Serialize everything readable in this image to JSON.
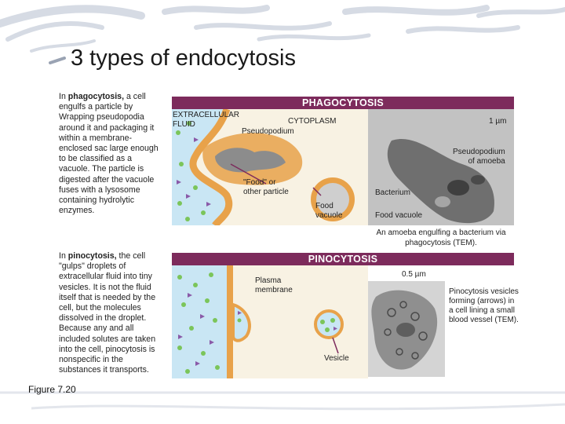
{
  "slide": {
    "title": "3 types of endocytosis",
    "figure_label": "Figure 7.20"
  },
  "phagocytosis": {
    "text_intro": "In ",
    "text_term": "phagocytosis,",
    "text_body": " a cell engulfs a particle by Wrapping pseudopodia around it and packaging it within a membrane-enclosed sac large enough to be classified as a vacuole. The particle is digested after the vacuole fuses with a lysosome containing hydrolytic enzymes.",
    "banner": "PHAGOCYTOSIS",
    "labels": {
      "extracellular": "EXTRACELLULAR\nFLUID",
      "cytoplasm": "CYTOPLASM",
      "pseudopodium": "Pseudopodium",
      "food_particle": "\"Food\" or\nother particle",
      "food_vacuole": "Food\nvacuole",
      "scale": "1 µm",
      "pseudopodium_amoeba": "Pseudopodium\nof amoeba",
      "bacterium": "Bacterium",
      "food_vacuole_micro": "Food vacuole"
    },
    "caption": "An amoeba engulfing a bacterium via\nphagocytosis (TEM)."
  },
  "pinocytosis": {
    "text_intro": "In ",
    "text_term": "pinocytosis,",
    "text_body": " the cell \"gulps\" droplets of extracellular fluid into tiny vesicles. It is not the fluid itself that is needed by the cell, but the molecules dissolved in the droplet. Because any and all included solutes are taken into the cell, pinocytosis is nonspecific in the substances it transports.",
    "banner": "PINOCYTOSIS",
    "labels": {
      "plasma_membrane": "Plasma\nmembrane",
      "vesicle": "Vesicle",
      "scale": "0.5 µm"
    },
    "caption": "Pinocytosis vesicles\nforming (arrows) in\na cell lining a small\nblood vessel (TEM)."
  },
  "colors": {
    "banner": "#7d2b5c",
    "fluid": "#c9e6f4",
    "membrane": "#e8a24a",
    "cytoplasm": "#f8f2e3",
    "dot_green": "#7bc55a",
    "triangle_purple": "#8a5aa8"
  }
}
